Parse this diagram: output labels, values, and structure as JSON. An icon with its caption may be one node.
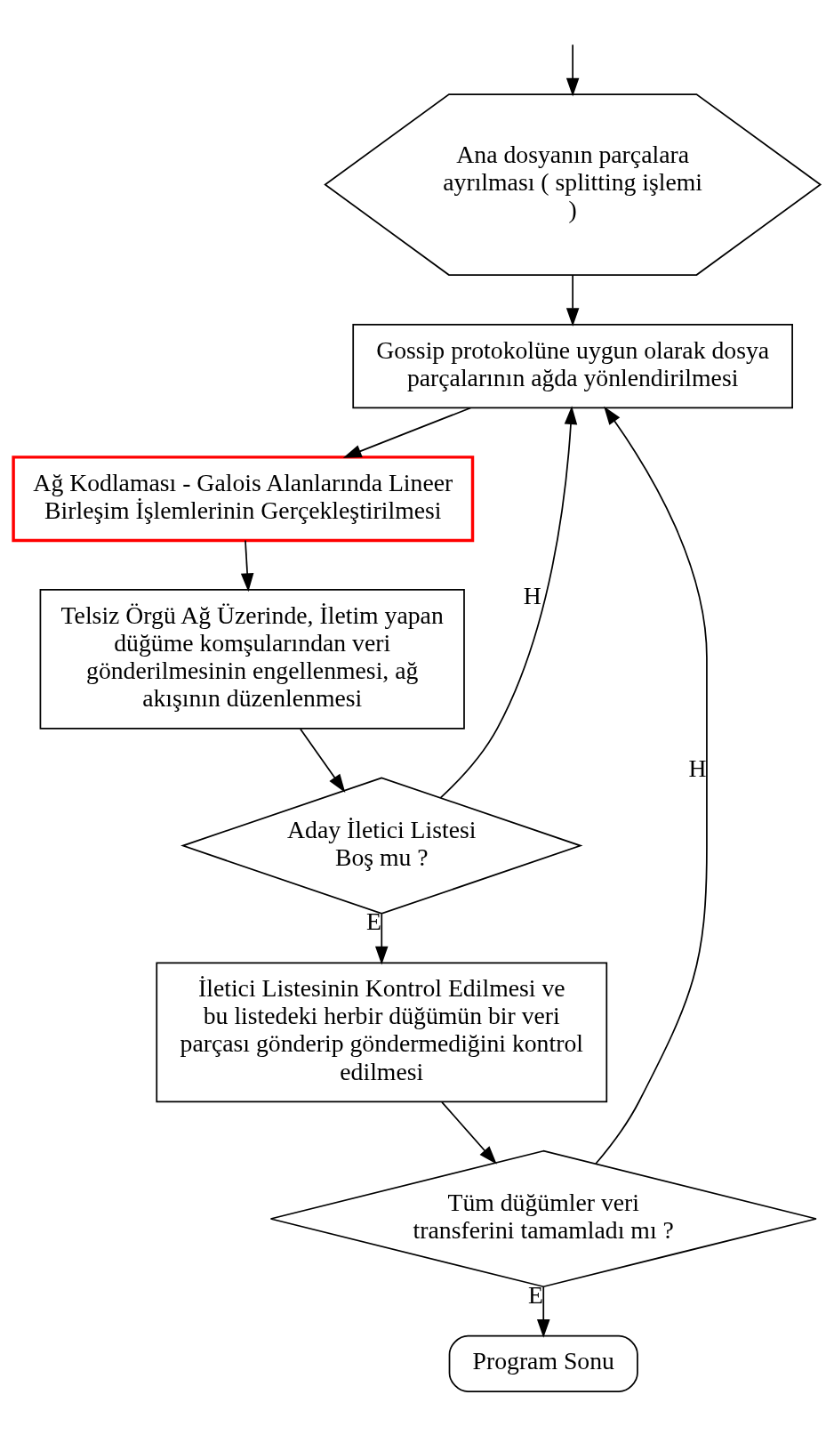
{
  "diagram": {
    "nodes": [
      {
        "text": [
          "Ana dosyanın parçalara ayrılması ( splitting işlemi )"
        ]
      },
      {
        "text": [
          "Gossip protokolüne uygun olarak dosya parçalarının ağda yönlendirilmesi"
        ]
      },
      {
        "text": [
          "Ağ Kodlaması - Galois Alanlarında Lineer Birleşim İşlemlerinin Gerçekleştirilmesi"
        ]
      },
      {
        "text": [
          "Telsiz Örgü Ağ Üzerinde, İletim yapan düğüme komşularından veri gönderilmesinin engellenmesi, ağ akışının düzenlenmesi"
        ]
      },
      {
        "text": [
          "Aday İletici Listesi Boş mu ?"
        ]
      },
      {
        "text": [
          "İletici Listesinin Kontrol Edilmesi ve bu listedeki herbir düğümün bir veri parçası gönderip göndermediğini kontrol edilmesi"
        ]
      },
      {
        "text": [
          "Tüm düğümler veri transferini tamamladı mı ?"
        ]
      },
      {
        "text": [
          "Program Sonu"
        ]
      }
    ],
    "edges": [
      {
        "from": null,
        "to": 0,
        "arrow": "to"
      },
      {
        "from": 0,
        "to": 1,
        "arrow": "to"
      },
      {
        "from": 1,
        "to": 2,
        "arrow": "to"
      },
      {
        "from": 2,
        "to": 3,
        "arrow": "to"
      },
      {
        "from": 3,
        "to": 4,
        "arrow": "to"
      },
      {
        "from": 4,
        "to": 1,
        "arrow": "to",
        "label": "H"
      },
      {
        "from": 4,
        "to": 5,
        "arrow": "to",
        "label": "E"
      },
      {
        "from": 5,
        "to": 6,
        "arrow": "to"
      },
      {
        "from": 6,
        "to": 1,
        "arrow": "to",
        "label": "H"
      },
      {
        "from": 6,
        "to": 7,
        "arrow": "to",
        "label": "E"
      }
    ]
  }
}
